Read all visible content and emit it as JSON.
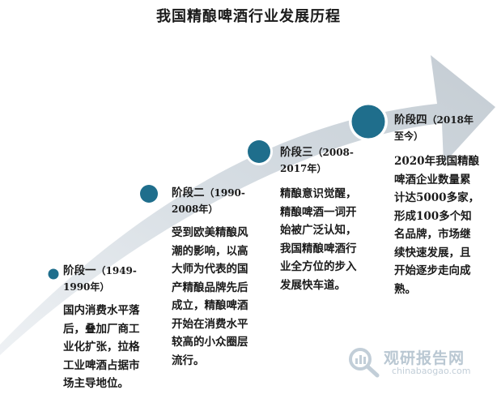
{
  "title": "我国精酿啤酒行业发展历程",
  "stages": [
    {
      "name": "阶段一",
      "period_line1": "（1949-",
      "period_line2": "1990年）",
      "desc_lines": [
        "国内消费水平落",
        "后，叠加厂商工",
        "业化扩张，拉格",
        "工业啤酒占据市",
        "场主导地位。"
      ]
    },
    {
      "name": "阶段二",
      "period_line1": "（1990-",
      "period_line2": "2008年）",
      "desc_lines": [
        "受到欧美精酿风",
        "潮的影响，以高",
        "大师为代表的国",
        "产精酿品牌先后",
        "成立，精酿啤酒",
        "开始在消费水平",
        "较高的小众圈层",
        "流行。"
      ]
    },
    {
      "name": "阶段三",
      "period_line1": "（2008-",
      "period_line2": "2017年）",
      "desc_lines": [
        "精酿意识觉醒，",
        "精酿啤酒一词开",
        "始被广泛认知，",
        "我国精酿啤酒行",
        "业全方位的步入",
        "发展快车道。"
      ]
    },
    {
      "name": "阶段四",
      "period_line1": "（2018年",
      "period_line2": "至今）",
      "desc_lines": [
        "2020年我国精酿",
        "啤酒企业数量累",
        "计达5000多家，",
        "形成100多个知",
        "名品牌，市场继",
        "续快速发展，且",
        "开始逐步走向成",
        "熟。"
      ]
    }
  ],
  "watermark": {
    "name": "观研报告网",
    "url": "chinabaogao.com"
  },
  "colors": {
    "arrow": "#cfd6dc",
    "dot": "#1f6e8c",
    "dot_ring": "#ffffff",
    "text": "#1a1a1a",
    "watermark": "#b9c7d2"
  }
}
